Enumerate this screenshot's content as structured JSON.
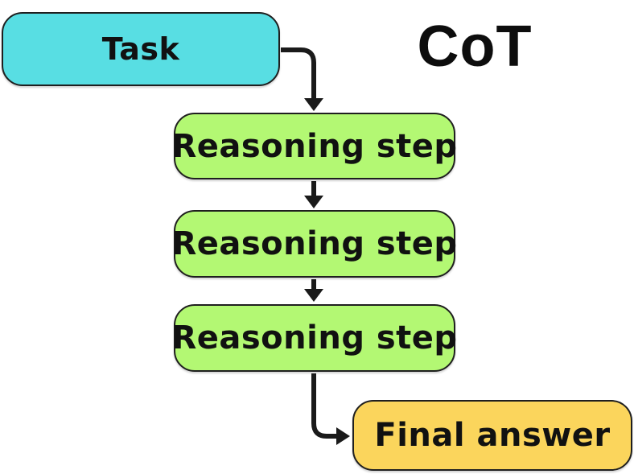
{
  "title": "CoT",
  "background": "#ffffff",
  "text_color": "#111111",
  "arrow_color": "#1a1a1a",
  "border_color": "#1f1f1f",
  "nodes": {
    "task": {
      "label": "Task",
      "fill": "#58DEE3"
    },
    "step1": {
      "label": "Reasoning step",
      "fill": "#B3F873"
    },
    "step2": {
      "label": "Reasoning step",
      "fill": "#B3F873"
    },
    "step3": {
      "label": "Reasoning step",
      "fill": "#B3F873"
    },
    "final": {
      "label": "Final answer",
      "fill": "#FBD55C"
    }
  },
  "edges": [
    {
      "from": "task",
      "to": "step1",
      "shape": "elbow-right-down"
    },
    {
      "from": "step1",
      "to": "step2",
      "shape": "straight-down"
    },
    {
      "from": "step2",
      "to": "step3",
      "shape": "straight-down"
    },
    {
      "from": "step3",
      "to": "final",
      "shape": "elbow-down-right"
    }
  ]
}
